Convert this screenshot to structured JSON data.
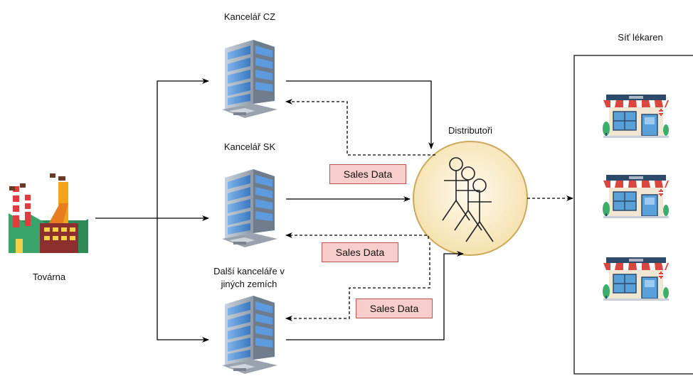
{
  "nodes": {
    "factory": {
      "label": "Továrna",
      "icon": "factory-icon"
    },
    "office_cz": {
      "label": "Kancelář CZ",
      "icon": "office-building-icon"
    },
    "office_sk": {
      "label": "Kancelář SK",
      "icon": "office-building-icon"
    },
    "office_other": {
      "label_line1": "Další kanceláře v",
      "label_line2": "jiných zemích",
      "icon": "office-building-icon"
    },
    "distributors": {
      "label": "Distributoři",
      "icon": "actors-group-icon"
    },
    "pharmacies": {
      "label": "Síť lékaren",
      "icon": "pharmacy-store-icon",
      "count": 3
    }
  },
  "sales_labels": [
    "Sales Data",
    "Sales Data",
    "Sales Data"
  ],
  "edges": [
    {
      "from": "factory",
      "to": "office_cz",
      "style": "solid"
    },
    {
      "from": "factory",
      "to": "office_sk",
      "style": "solid"
    },
    {
      "from": "factory",
      "to": "office_other",
      "style": "solid"
    },
    {
      "from": "office_cz",
      "to": "distributors",
      "style": "solid"
    },
    {
      "from": "office_sk",
      "to": "distributors",
      "style": "solid"
    },
    {
      "from": "office_other",
      "to": "distributors",
      "style": "solid"
    },
    {
      "from": "distributors",
      "to": "office_cz",
      "style": "dashed",
      "label": "Sales Data"
    },
    {
      "from": "distributors",
      "to": "office_sk",
      "style": "dashed",
      "label": "Sales Data"
    },
    {
      "from": "distributors",
      "to": "office_other",
      "style": "dashed",
      "label": "Sales Data"
    },
    {
      "from": "distributors",
      "to": "pharmacies",
      "style": "dashed"
    }
  ],
  "colors": {
    "sales_fill": "#f8cecc",
    "sales_border": "#b85450",
    "distributor_fill": "#fff2cc",
    "distributor_border": "#d6b656",
    "building_blue": "#4a8fd6",
    "line": "#000000"
  }
}
